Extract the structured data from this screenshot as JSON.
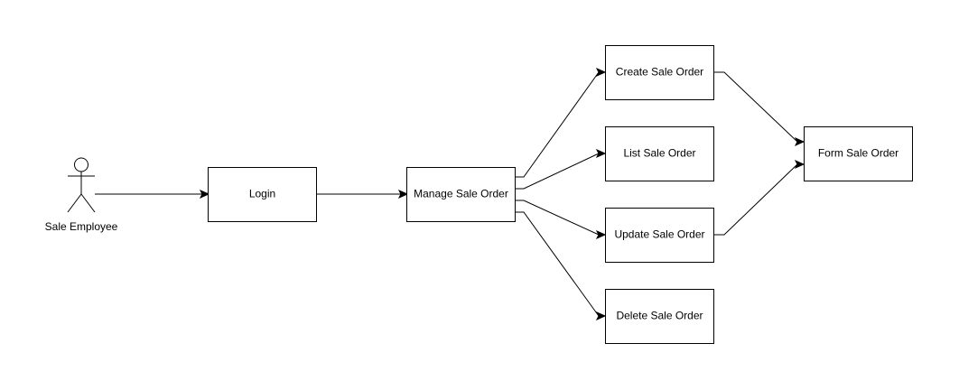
{
  "actor": {
    "label": "Sale Employee"
  },
  "nodes": {
    "login": "Login",
    "manage": "Manage Sale Order",
    "create": "Create Sale Order",
    "list": "List Sale Order",
    "update": "Update Sale Order",
    "delete": "Delete Sale Order",
    "form": "Form Sale Order"
  }
}
